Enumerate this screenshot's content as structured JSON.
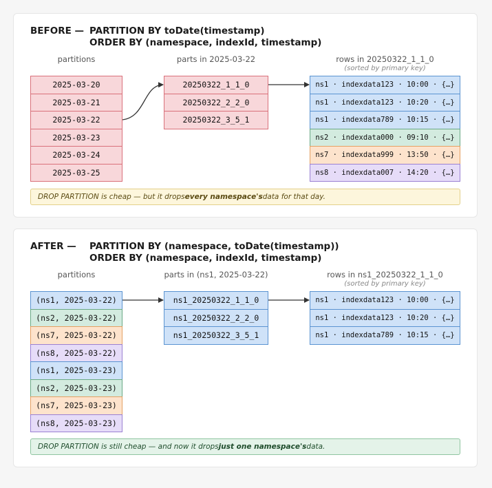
{
  "palette": {
    "red": {
      "fill": "#f8d7da",
      "stroke": "#d9707a"
    },
    "blue": {
      "fill": "#cfe2f8",
      "stroke": "#5a93d1"
    },
    "green": {
      "fill": "#d3ebdf",
      "stroke": "#6aa985"
    },
    "orange": {
      "fill": "#fde3cc",
      "stroke": "#e4a062"
    },
    "purple": {
      "fill": "#e6dcf8",
      "stroke": "#9a80d2"
    }
  },
  "before": {
    "label": "BEFORE —",
    "line1": "PARTITION BY toDate(timestamp)",
    "line2": "ORDER BY (namespace, indexId, timestamp)",
    "partitions_header": "partitions",
    "parts_header": "parts in 2025-03-22",
    "rows_header": "rows in 20250322_1_1_0",
    "rows_subheader": "(sorted by primary key)",
    "partitions": [
      {
        "text": "2025-03-20",
        "color": "red"
      },
      {
        "text": "2025-03-21",
        "color": "red"
      },
      {
        "text": "2025-03-22",
        "color": "red"
      },
      {
        "text": "2025-03-23",
        "color": "red"
      },
      {
        "text": "2025-03-24",
        "color": "red"
      },
      {
        "text": "2025-03-25",
        "color": "red"
      }
    ],
    "parts": [
      {
        "text": "20250322_1_1_0",
        "color": "red"
      },
      {
        "text": "20250322_2_2_0",
        "color": "red"
      },
      {
        "text": "20250322_3_5_1",
        "color": "red"
      }
    ],
    "rows": [
      {
        "text": "ns1 · indexdata123 · 10:00 · {…}",
        "color": "blue"
      },
      {
        "text": "ns1 · indexdata123 · 10:20 · {…}",
        "color": "blue"
      },
      {
        "text": "ns1 · indexdata789 · 10:15 · {…}",
        "color": "blue"
      },
      {
        "text": "ns2 · indexdata000 · 09:10 · {…}",
        "color": "green"
      },
      {
        "text": "ns7 · indexdata999 · 13:50 · {…}",
        "color": "orange"
      },
      {
        "text": "ns8 · indexdata007 · 14:20 · {…}",
        "color": "purple"
      }
    ],
    "note": {
      "pre": "DROP PARTITION is cheap — but it drops ",
      "bold": "every namespace's",
      "post": " data for that day."
    }
  },
  "after": {
    "label": "AFTER —",
    "line1": "PARTITION BY (namespace, toDate(timestamp))",
    "line2": "ORDER BY (namespace, indexId, timestamp)",
    "partitions_header": "partitions",
    "parts_header": "parts in (ns1, 2025-03-22)",
    "rows_header": "rows in ns1_20250322_1_1_0",
    "rows_subheader": "(sorted by primary key)",
    "partitions": [
      {
        "text": "(ns1, 2025-03-22)",
        "color": "blue"
      },
      {
        "text": "(ns2, 2025-03-22)",
        "color": "green"
      },
      {
        "text": "(ns7, 2025-03-22)",
        "color": "orange"
      },
      {
        "text": "(ns8, 2025-03-22)",
        "color": "purple"
      },
      {
        "text": "(ns1, 2025-03-23)",
        "color": "blue"
      },
      {
        "text": "(ns2, 2025-03-23)",
        "color": "green"
      },
      {
        "text": "(ns7, 2025-03-23)",
        "color": "orange"
      },
      {
        "text": "(ns8, 2025-03-23)",
        "color": "purple"
      }
    ],
    "parts": [
      {
        "text": "ns1_20250322_1_1_0",
        "color": "blue"
      },
      {
        "text": "ns1_20250322_2_2_0",
        "color": "blue"
      },
      {
        "text": "ns1_20250322_3_5_1",
        "color": "blue"
      }
    ],
    "rows": [
      {
        "text": "ns1 · indexdata123 · 10:00 · {…}",
        "color": "blue"
      },
      {
        "text": "ns1 · indexdata123 · 10:20 · {…}",
        "color": "blue"
      },
      {
        "text": "ns1 · indexdata789 · 10:15 · {…}",
        "color": "blue"
      }
    ],
    "note": {
      "pre": "DROP PARTITION is still cheap — and now it drops ",
      "bold": "just one namespace's",
      "post": " data."
    }
  }
}
